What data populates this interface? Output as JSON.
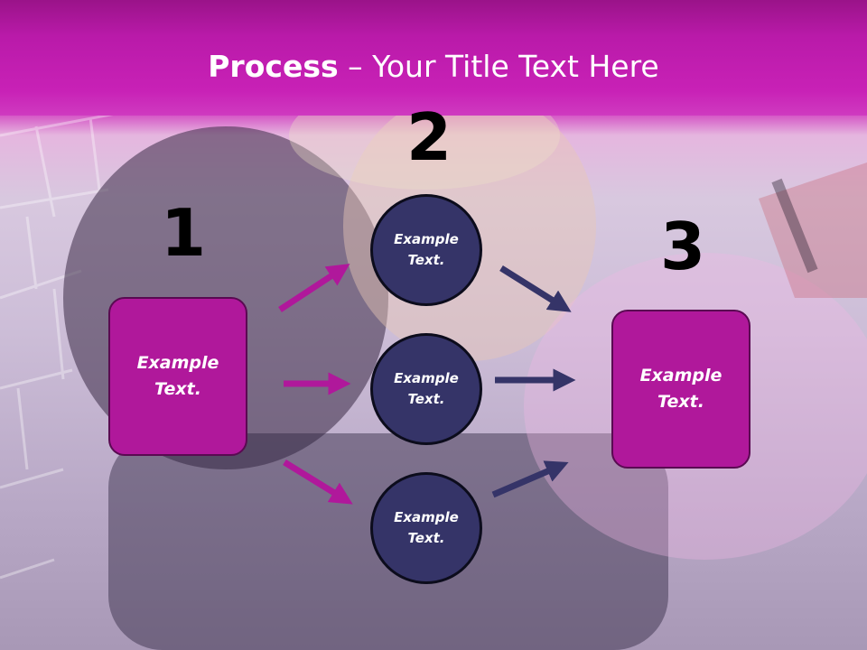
{
  "slide": {
    "title_bold": "Process",
    "title_rest": " – Your Title Text Here",
    "steps": [
      {
        "number": "1",
        "box_text": "Example Text."
      },
      {
        "number": "2",
        "circles": [
          "Example Text.",
          "Example Text.",
          "Example Text."
        ]
      },
      {
        "number": "3",
        "box_text": "Example Text."
      }
    ]
  },
  "colors": {
    "title_bar": "#c821b6",
    "box_fill": "#b0189b",
    "circle_fill": "#353468",
    "arrow_left": "#b0189b",
    "arrow_right": "#353468"
  }
}
